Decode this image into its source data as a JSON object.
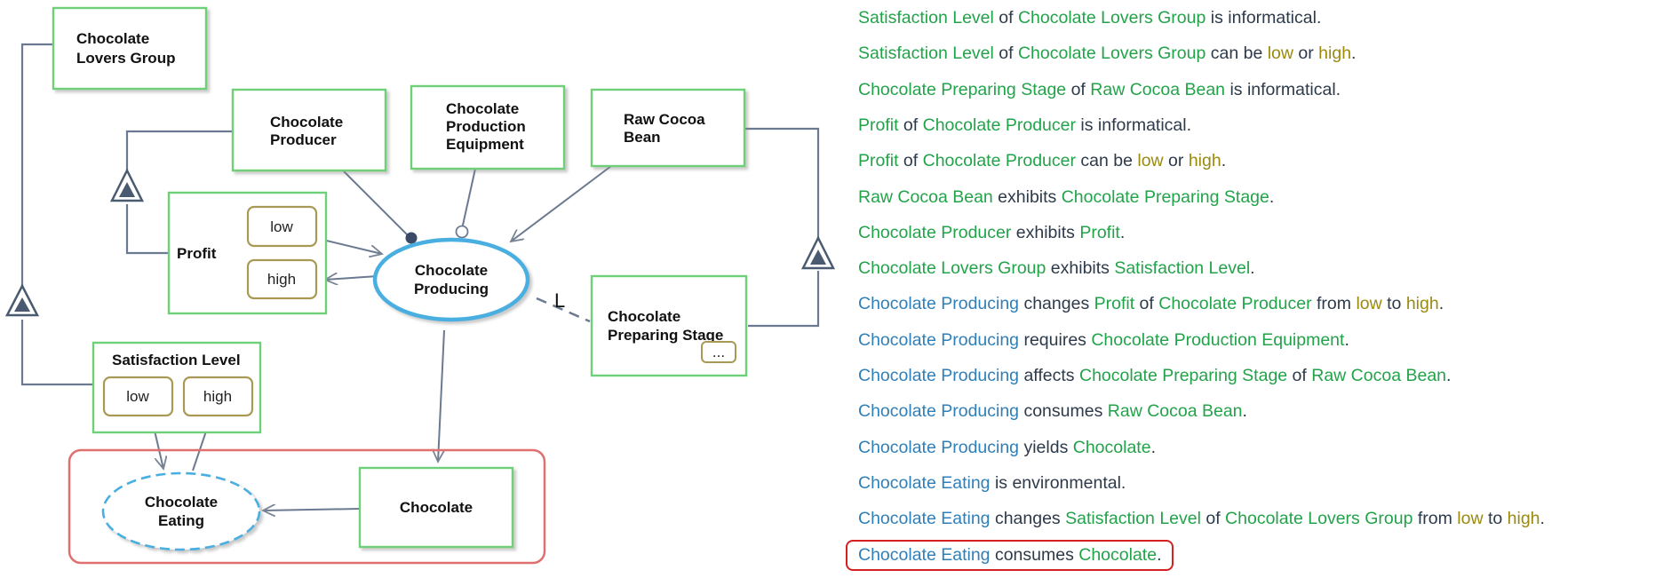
{
  "colors": {
    "object": "#22a34a",
    "process": "#2f7fb8",
    "state": "#9a8a10",
    "text": "#2d3a4a",
    "highlight": "#d42020"
  },
  "diagram": {
    "chocolate_lovers_group": [
      "Chocolate",
      "Lovers Group"
    ],
    "chocolate_producer": [
      "Chocolate",
      "Producer"
    ],
    "chocolate_production_equipment": [
      "Chocolate",
      "Production",
      "Equipment"
    ],
    "raw_cocoa_bean": [
      "Raw Cocoa",
      "Bean"
    ],
    "profit": {
      "label": "Profit",
      "state_low": "low",
      "state_high": "high"
    },
    "chocolate_producing": [
      "Chocolate",
      "Producing"
    ],
    "chocolate_preparing_stage": {
      "lines": [
        "Chocolate",
        "Preparing Stage"
      ],
      "state": "..."
    },
    "link_label": "L",
    "satisfaction_level": {
      "label": "Satisfaction Level",
      "state_low": "low",
      "state_high": "high"
    },
    "chocolate_eating": [
      "Chocolate",
      "Eating"
    ],
    "chocolate": "Chocolate"
  },
  "opl": [
    [
      [
        "obj",
        "Satisfaction Level"
      ],
      [
        "text",
        " of "
      ],
      [
        "obj",
        "Chocolate Lovers Group"
      ],
      [
        "text",
        " is informatical."
      ]
    ],
    [
      [
        "obj",
        "Satisfaction Level"
      ],
      [
        "text",
        " of "
      ],
      [
        "obj",
        "Chocolate Lovers Group"
      ],
      [
        "text",
        " can be "
      ],
      [
        "state",
        "low"
      ],
      [
        "text",
        " or "
      ],
      [
        "state",
        "high"
      ],
      [
        "text",
        "."
      ]
    ],
    [
      [
        "obj",
        "Chocolate Preparing Stage"
      ],
      [
        "text",
        " of "
      ],
      [
        "obj",
        "Raw Cocoa Bean"
      ],
      [
        "text",
        " is informatical."
      ]
    ],
    [
      [
        "obj",
        "Profit"
      ],
      [
        "text",
        " of "
      ],
      [
        "obj",
        "Chocolate Producer"
      ],
      [
        "text",
        " is informatical."
      ]
    ],
    [
      [
        "obj",
        "Profit"
      ],
      [
        "text",
        " of "
      ],
      [
        "obj",
        "Chocolate Producer"
      ],
      [
        "text",
        " can be "
      ],
      [
        "state",
        "low"
      ],
      [
        "text",
        " or "
      ],
      [
        "state",
        "high"
      ],
      [
        "text",
        "."
      ]
    ],
    [
      [
        "obj",
        "Raw Cocoa Bean"
      ],
      [
        "text",
        " exhibits "
      ],
      [
        "obj",
        "Chocolate Preparing Stage"
      ],
      [
        "text",
        "."
      ]
    ],
    [
      [
        "obj",
        "Chocolate Producer"
      ],
      [
        "text",
        " exhibits "
      ],
      [
        "obj",
        "Profit"
      ],
      [
        "text",
        "."
      ]
    ],
    [
      [
        "obj",
        "Chocolate Lovers Group"
      ],
      [
        "text",
        " exhibits "
      ],
      [
        "obj",
        "Satisfaction Level"
      ],
      [
        "text",
        "."
      ]
    ],
    [
      [
        "proc",
        "Chocolate Producing"
      ],
      [
        "text",
        " changes "
      ],
      [
        "obj",
        "Profit"
      ],
      [
        "text",
        " of "
      ],
      [
        "obj",
        "Chocolate Producer"
      ],
      [
        "text",
        " from "
      ],
      [
        "state",
        "low"
      ],
      [
        "text",
        " to "
      ],
      [
        "state",
        "high"
      ],
      [
        "text",
        "."
      ]
    ],
    [
      [
        "proc",
        "Chocolate Producing"
      ],
      [
        "text",
        " requires "
      ],
      [
        "obj",
        "Chocolate Production Equipment"
      ],
      [
        "text",
        "."
      ]
    ],
    [
      [
        "proc",
        "Chocolate Producing"
      ],
      [
        "text",
        " affects "
      ],
      [
        "obj",
        "Chocolate Preparing Stage"
      ],
      [
        "text",
        " of "
      ],
      [
        "obj",
        "Raw Cocoa Bean"
      ],
      [
        "text",
        "."
      ]
    ],
    [
      [
        "proc",
        "Chocolate Producing"
      ],
      [
        "text",
        " consumes "
      ],
      [
        "obj",
        "Raw Cocoa Bean"
      ],
      [
        "text",
        "."
      ]
    ],
    [
      [
        "proc",
        "Chocolate Producing"
      ],
      [
        "text",
        " yields "
      ],
      [
        "obj",
        "Chocolate"
      ],
      [
        "text",
        "."
      ]
    ],
    [
      [
        "proc",
        "Chocolate Eating"
      ],
      [
        "text",
        " is environmental."
      ]
    ],
    [
      [
        "proc",
        "Chocolate Eating"
      ],
      [
        "text",
        " changes "
      ],
      [
        "obj",
        "Satisfaction Level"
      ],
      [
        "text",
        " of "
      ],
      [
        "obj",
        "Chocolate Lovers Group"
      ],
      [
        "text",
        " from "
      ],
      [
        "state",
        "low"
      ],
      [
        "text",
        " to "
      ],
      [
        "state",
        "high"
      ],
      [
        "text",
        "."
      ]
    ],
    [
      [
        "proc",
        "Chocolate Eating"
      ],
      [
        "text",
        " consumes "
      ],
      [
        "obj",
        "Chocolate"
      ],
      [
        "text",
        "."
      ]
    ]
  ]
}
